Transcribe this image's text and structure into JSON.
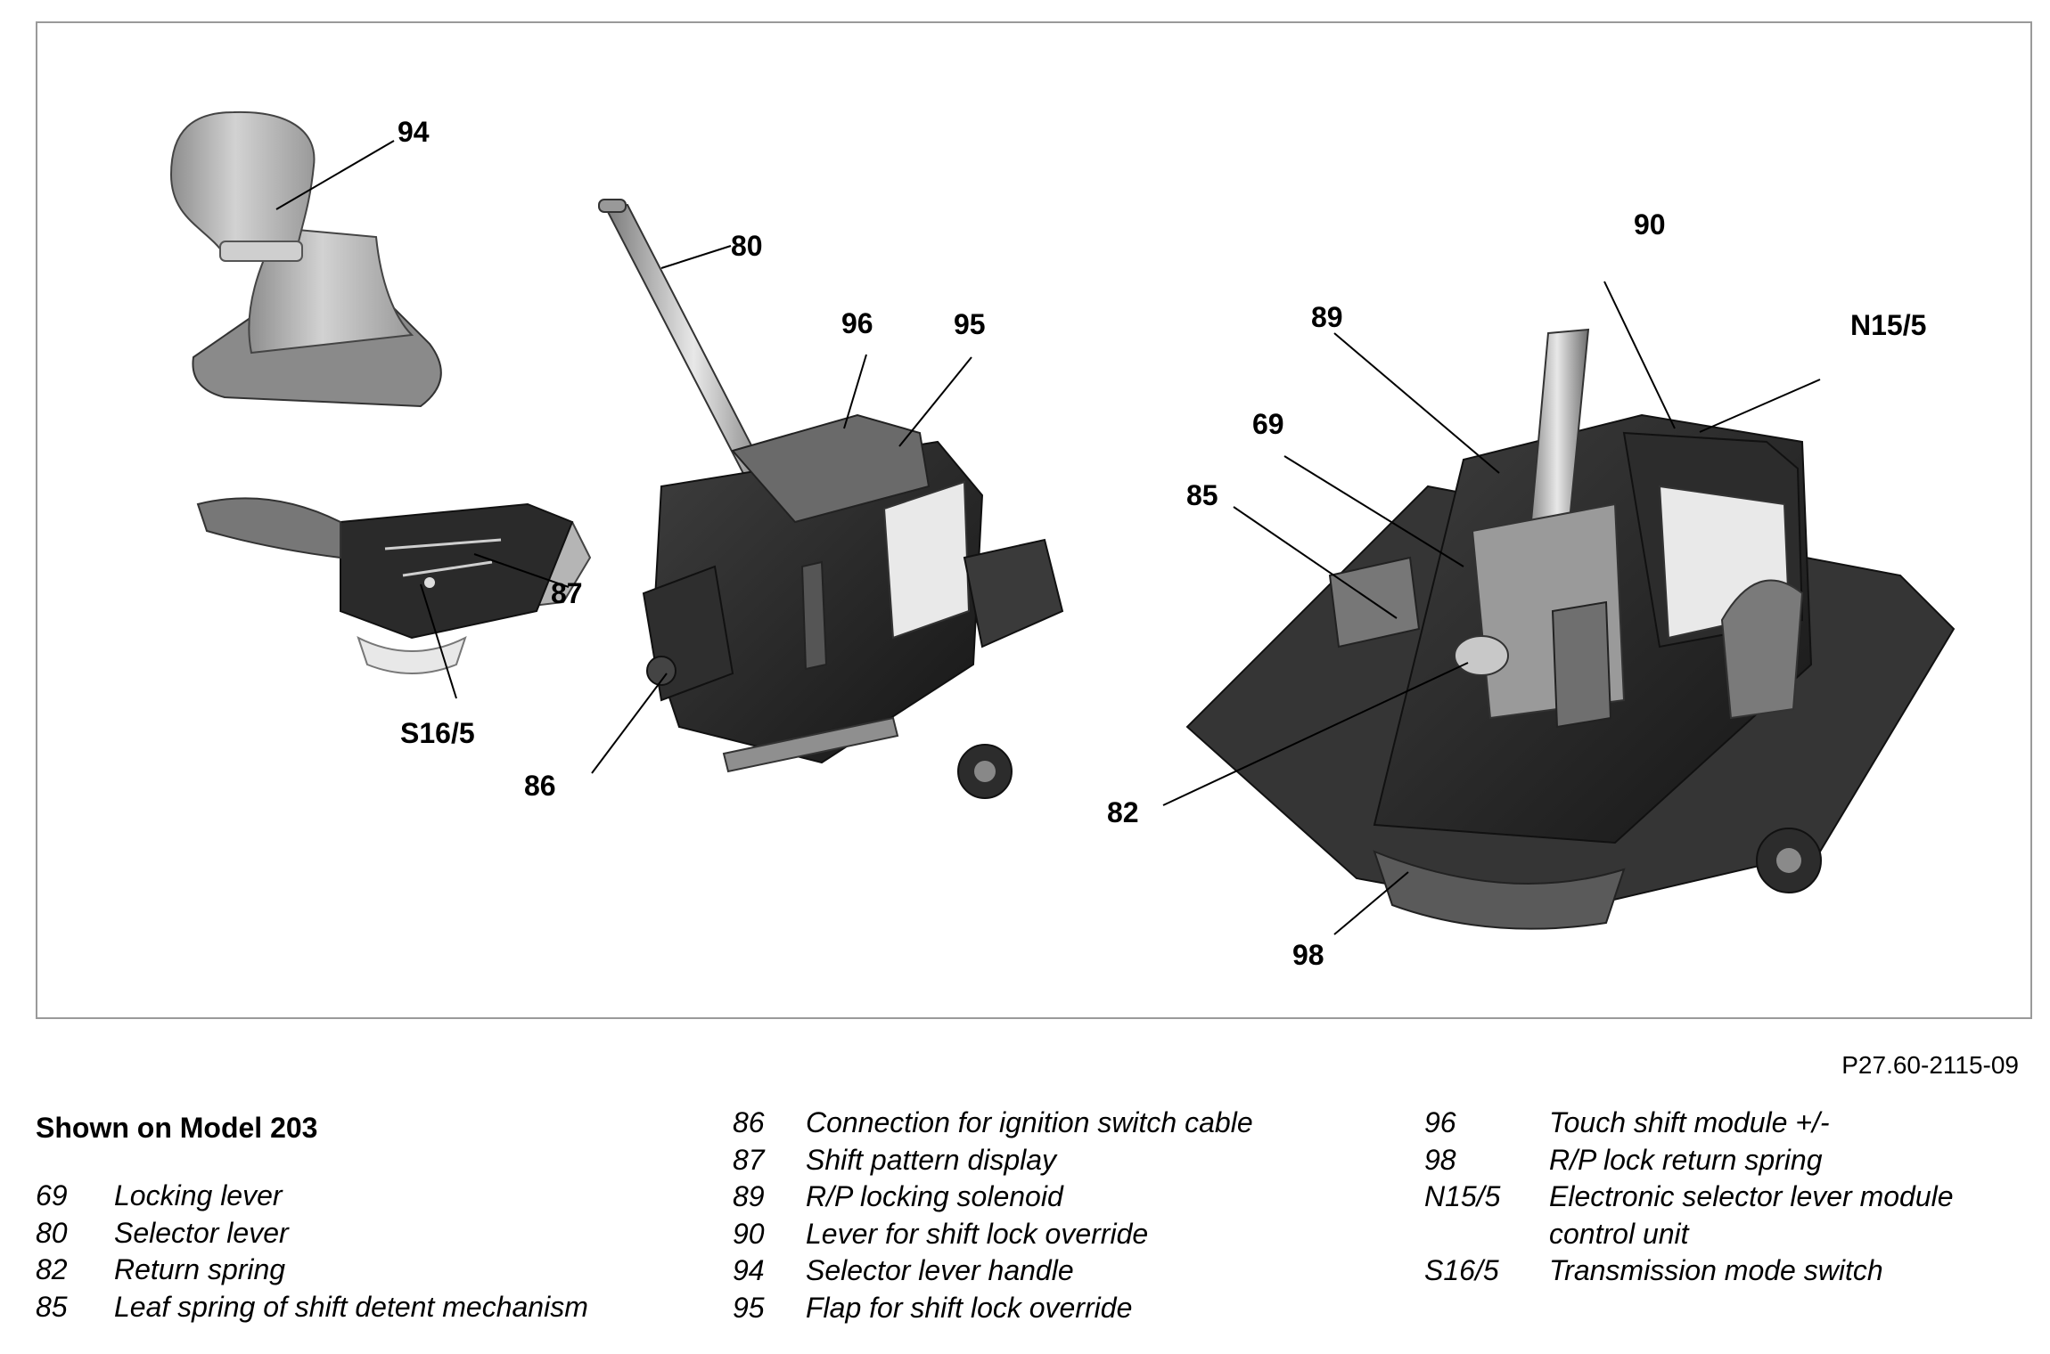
{
  "callouts": {
    "c94": "94",
    "c87": "87",
    "cS165": "S16/5",
    "c80": "80",
    "c96": "96",
    "c95": "95",
    "c86": "86",
    "c90": "90",
    "c89": "89",
    "cN155": "N15/5",
    "c69": "69",
    "c85": "85",
    "c82": "82",
    "c98": "98"
  },
  "figure_ref": "P27.60-2115-09",
  "legend": {
    "title": "Shown on Model 203",
    "col1": [
      {
        "code": "69",
        "desc": "Locking lever"
      },
      {
        "code": "80",
        "desc": "Selector lever"
      },
      {
        "code": "82",
        "desc": "Return spring"
      },
      {
        "code": "85",
        "desc": "Leaf spring of shift detent mechanism"
      }
    ],
    "col2": [
      {
        "code": "86",
        "desc": "Connection for ignition switch cable"
      },
      {
        "code": "87",
        "desc": "Shift pattern display"
      },
      {
        "code": "89",
        "desc": "R/P locking solenoid"
      },
      {
        "code": "90",
        "desc": "Lever for shift lock override"
      },
      {
        "code": "94",
        "desc": "Selector lever handle"
      },
      {
        "code": "95",
        "desc": "Flap for shift lock override"
      }
    ],
    "col3": [
      {
        "code": "96",
        "desc": "Touch shift module +/-"
      },
      {
        "code": "98",
        "desc": "R/P lock return spring"
      },
      {
        "code": "N15/5",
        "desc": "Electronic selector lever module control unit"
      },
      {
        "code": "S16/5",
        "desc": "Transmission mode switch"
      }
    ]
  }
}
